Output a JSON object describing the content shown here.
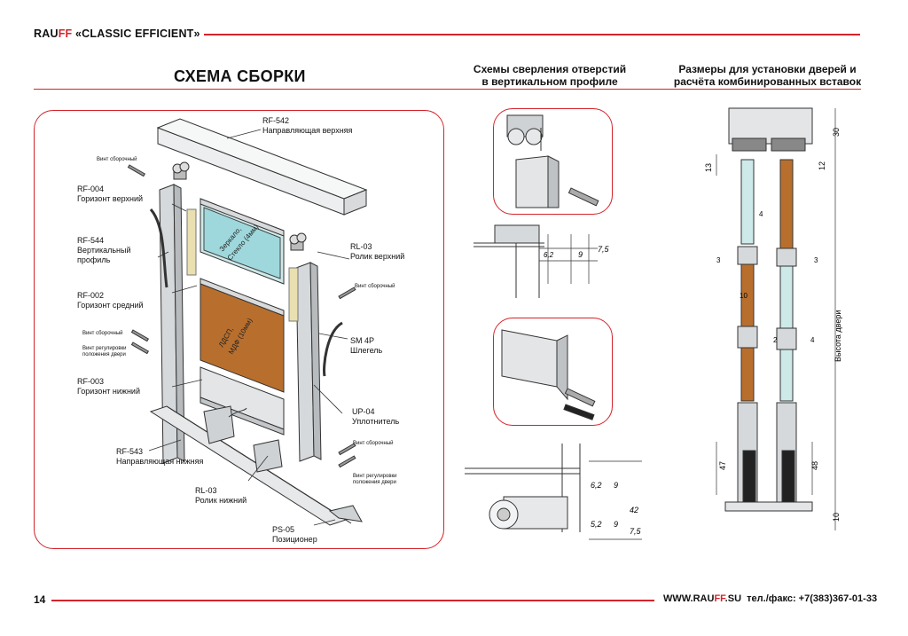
{
  "header": {
    "brand_prefix": "RAU",
    "brand_ff": "FF",
    "brand_suffix": " «CLASSIC EFFICIENT»"
  },
  "page_title": "СХЕМА СБОРКИ",
  "subtitles": {
    "drilling": [
      "Схемы сверления отверстий",
      "в вертикальном профиле"
    ],
    "sizes": [
      "Размеры для установки дверей и",
      "расчёта комбинированных вставок"
    ]
  },
  "assembly_labels": {
    "rf542_code": "RF-542",
    "rf542_name": "Направляющая верхняя",
    "screw1": "Винт сборочный",
    "rf004_code": "RF-004",
    "rf004_name": "Горизонт верхний",
    "rf544_code": "RF-544",
    "rf544_name1": "Вертикальный",
    "rf544_name2": "профиль",
    "rl03t_code": "RL-03",
    "rl03t_name": "Ролик верхний",
    "screw2": "Винт сборочный",
    "rf002_code": "RF-002",
    "rf002_name": "Горизонт средний",
    "sm4p_code": "SM 4P",
    "sm4p_name": "Шлегель",
    "screw3": "Винт сборочный",
    "adj1_1": "Винт регулировки",
    "adj1_2": "положения двери",
    "rf003_code": "RF-003",
    "rf003_name": "Горизонт нижний",
    "up04_code": "UP-04",
    "up04_name": "Уплотнитель",
    "screw4": "Винт сборочный",
    "adj2_1": "Винт регулировки",
    "adj2_2": "положения двери",
    "rf543_code": "RF-543",
    "rf543_name": "Направляющая нижняя",
    "rl03b_code": "RL-03",
    "rl03b_name": "Ролик нижний",
    "ps05_code": "PS-05",
    "ps05_name": "Позиционер",
    "glass1": "Зеркало,",
    "glass2": "Стекло (4мм)",
    "chip1": "ЛДСП,",
    "chip2": "МДФ (10мм)"
  },
  "drill_dims": {
    "a": "6,2",
    "b": "9",
    "c": "7,5",
    "d": "6,2",
    "e": "9",
    "f": "5,2",
    "g": "9",
    "h": "42",
    "i": "7,5"
  },
  "size_dims": {
    "top": "30",
    "d13": "13",
    "d12": "12",
    "d4a": "4",
    "d3a": "3",
    "d3b": "3",
    "d10": "10",
    "d2": "2",
    "d4b": "4",
    "d47": "47",
    "d48": "48",
    "d10b": "10",
    "height_label": "Высота двери"
  },
  "footer": {
    "page": "14",
    "site_prefix": "WWW.RAU",
    "site_ff": "FF",
    "site_suffix": ".SU",
    "phone": "тел./факс: +7(383)367-01-33"
  },
  "colors": {
    "accent": "#d4232b",
    "wood": "#b86f2e",
    "glass": "#9fd8dc",
    "metal": "#c9cdd0"
  }
}
